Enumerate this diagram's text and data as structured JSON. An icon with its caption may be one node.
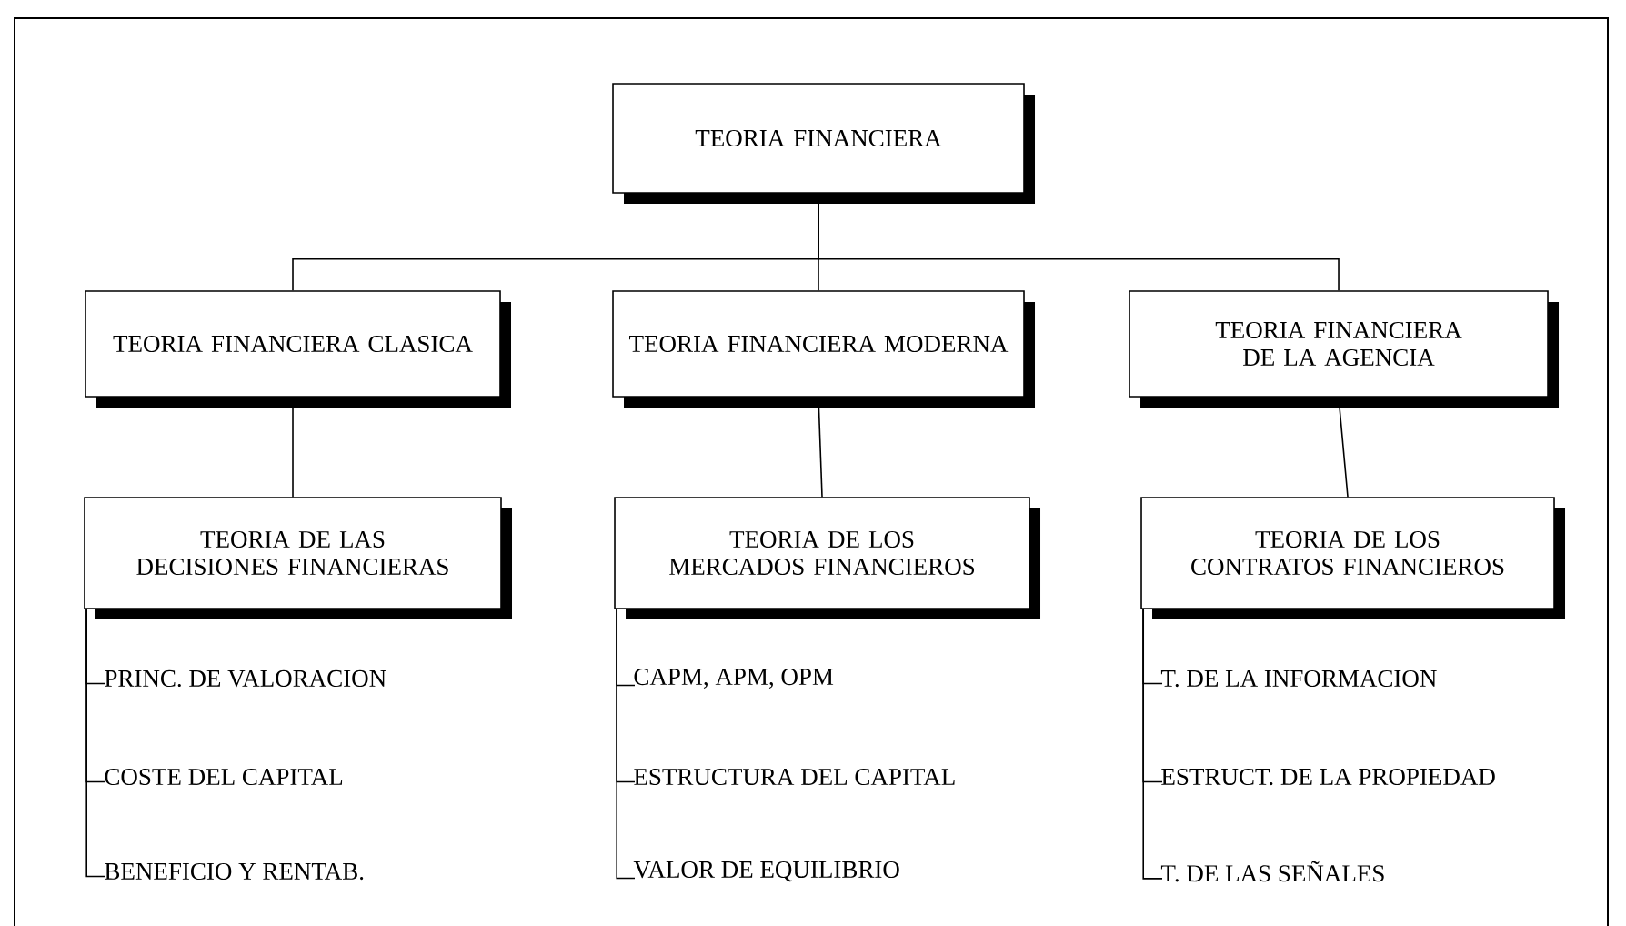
{
  "diagram": {
    "nodes": [
      {
        "text": [
          "TEORIA FINANCIERA"
        ]
      },
      {
        "text": [
          "TEORIA FINANCIERA CLASICA"
        ]
      },
      {
        "text": [
          "TEORIA FINANCIERA MODERNA"
        ]
      },
      {
        "text": [
          "TEORIA FINANCIERA DE LA AGENCIA"
        ]
      },
      {
        "text": [
          "TEORIA DE LAS DECISIONES FINANCIERAS"
        ]
      },
      {
        "text": [
          "TEORIA DE LOS MERCADOS FINANCIEROS"
        ]
      },
      {
        "text": [
          "TEORIA DE LOS CONTRATOS FINANCIEROS"
        ]
      },
      {
        "text": [
          "PRINC. DE VALORACION"
        ]
      },
      {
        "text": [
          "COSTE DEL CAPITAL"
        ]
      },
      {
        "text": [
          "BENEFICIO Y RENTAB."
        ]
      },
      {
        "text": [
          "CAPM, APM, OPM"
        ]
      },
      {
        "text": [
          "ESTRUCTURA DEL CAPITAL"
        ]
      },
      {
        "text": [
          "VALOR DE EQUILIBRIO"
        ]
      },
      {
        "text": [
          "T. DE LA INFORMACION"
        ]
      },
      {
        "text": [
          "ESTRUCT. DE LA PROPIEDAD"
        ]
      },
      {
        "text": [
          "T. DE LAS SEÑALES"
        ]
      }
    ],
    "edges": [
      {
        "from": 0,
        "to": 1,
        "arrow": "none"
      },
      {
        "from": 0,
        "to": 2,
        "arrow": "none"
      },
      {
        "from": 0,
        "to": 3,
        "arrow": "none"
      },
      {
        "from": 1,
        "to": 4,
        "arrow": "none"
      },
      {
        "from": 2,
        "to": 5,
        "arrow": "none"
      },
      {
        "from": 3,
        "to": 6,
        "arrow": "none"
      },
      {
        "from": 4,
        "to": 7,
        "arrow": "none"
      },
      {
        "from": 4,
        "to": 8,
        "arrow": "none"
      },
      {
        "from": 4,
        "to": 9,
        "arrow": "none"
      },
      {
        "from": 5,
        "to": 10,
        "arrow": "none"
      },
      {
        "from": 5,
        "to": 11,
        "arrow": "none"
      },
      {
        "from": 5,
        "to": 12,
        "arrow": "none"
      },
      {
        "from": 6,
        "to": 13,
        "arrow": "none"
      },
      {
        "from": 6,
        "to": 14,
        "arrow": "none"
      },
      {
        "from": 6,
        "to": 15,
        "arrow": "none"
      }
    ]
  }
}
